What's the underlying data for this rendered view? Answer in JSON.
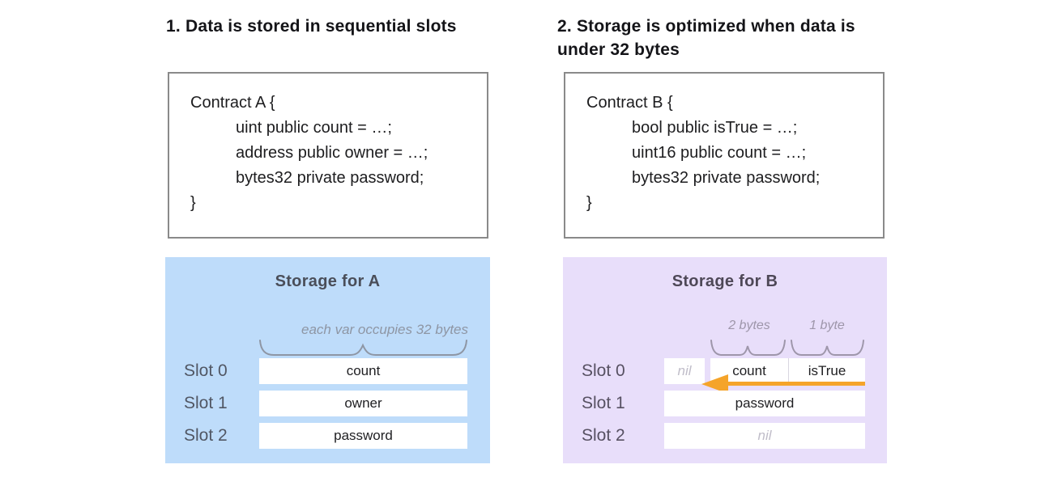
{
  "colors": {
    "storage_a_bg": "#BEDCFA",
    "storage_b_bg": "#E8DEFA",
    "arrow_orange": "#F5A42A"
  },
  "panel_a": {
    "heading": "1. Data is stored in sequential slots",
    "code": {
      "lines": [
        "Contract A {",
        "uint public count = …;",
        "address public owner = …;",
        "bytes32 private password;",
        "}"
      ]
    },
    "storage": {
      "title": "Storage for A",
      "annotation": "each var occupies 32 bytes",
      "slots": [
        {
          "label": "Slot 0",
          "value": "count"
        },
        {
          "label": "Slot 1",
          "value": "owner"
        },
        {
          "label": "Slot 2",
          "value": "password"
        }
      ]
    }
  },
  "panel_b": {
    "heading": "2. Storage is optimized when data is under 32 bytes",
    "code": {
      "lines": [
        "Contract B {",
        "bool public isTrue = …;",
        "uint16 public count = …;",
        "bytes32 private password;",
        "}"
      ]
    },
    "storage": {
      "title": "Storage for B",
      "byte_label_count": "2 bytes",
      "byte_label_istrue": "1 byte",
      "slot0": {
        "label": "Slot 0",
        "nil": "nil",
        "count": "count",
        "istrue": "isTrue"
      },
      "slot1": {
        "label": "Slot 1",
        "value": "password"
      },
      "slot2": {
        "label": "Slot 2",
        "value": "nil"
      }
    }
  }
}
